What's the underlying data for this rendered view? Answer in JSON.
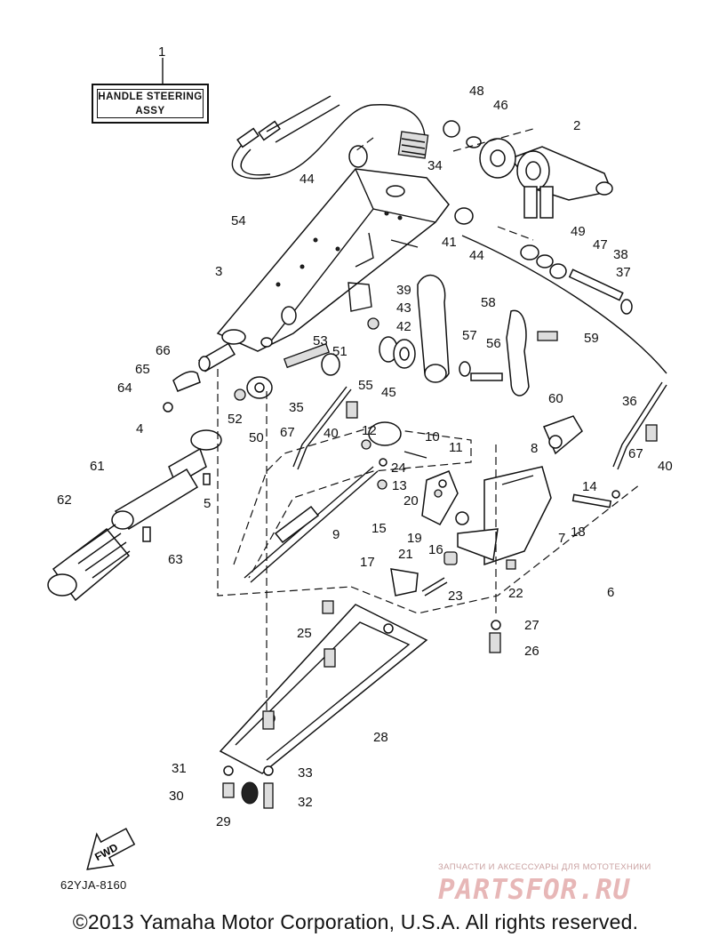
{
  "assembly_box": {
    "line1": "HANDLE STEERING",
    "line2": "ASSY"
  },
  "part_labels": [
    "1",
    "2",
    "3",
    "4",
    "5",
    "6",
    "7",
    "8",
    "9",
    "10",
    "11",
    "12",
    "13",
    "14",
    "15",
    "16",
    "17",
    "18",
    "19",
    "20",
    "21",
    "22",
    "23",
    "24",
    "25",
    "26",
    "27",
    "28",
    "29",
    "30",
    "31",
    "32",
    "33",
    "34",
    "35",
    "36",
    "37",
    "38",
    "39",
    "40",
    "40",
    "41",
    "42",
    "43",
    "44",
    "44",
    "45",
    "46",
    "47",
    "48",
    "49",
    "50",
    "51",
    "52",
    "53",
    "54",
    "55",
    "56",
    "57",
    "58",
    "59",
    "60",
    "61",
    "62",
    "63",
    "64",
    "65",
    "66",
    "67",
    "67"
  ],
  "direction_marker": "FWD",
  "reference_code": "62YJA-8160",
  "watermark": {
    "tagline": "ЗАПЧАСТИ И АКСЕССУАРЫ ДЛЯ МОТОТЕХНИКИ",
    "logo": "PARTSFOR.RU"
  },
  "copyright": "©2013 Yamaha Motor Corporation, U.S.A. All rights reserved.",
  "colors": {
    "ink": "#111111",
    "watermark": "#e7b7b7",
    "background": "#ffffff"
  }
}
